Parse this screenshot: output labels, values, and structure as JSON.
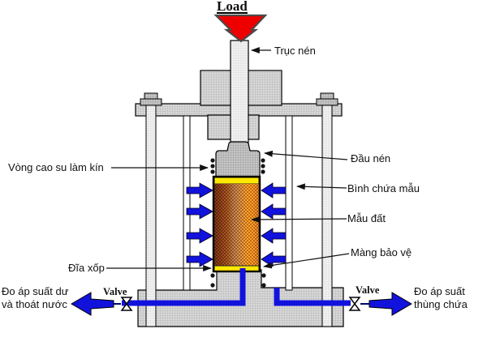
{
  "apparatus": {
    "load_label": "Load",
    "callouts": {
      "shaft": "Trục nén",
      "seal_ring": "Vòng cao su làm kín",
      "top_cap": "Đầu nén",
      "cell": "Bình chứa mẫu",
      "soil_sample": "Mẫu đất",
      "membrane": "Màng bảo vệ",
      "porous_disc": "Đĩa xốp"
    },
    "valves": {
      "left": "Valve",
      "right": "Valve"
    },
    "outlets": {
      "left_line1": "Đo áp suất dư",
      "left_line2": "và thoát nước",
      "right_line1": "Đo áp suất",
      "right_line2": "thùng chứa"
    },
    "colors": {
      "load_arrow": "#ee0000",
      "pressure_arrow": "#1212dd",
      "pipe": "#1212dd",
      "porous_disc": "#ffe800",
      "soil_dark": "#6a2a0e",
      "soil_light": "#ff9d1e",
      "metal_gray": "#c7c7c7"
    }
  }
}
